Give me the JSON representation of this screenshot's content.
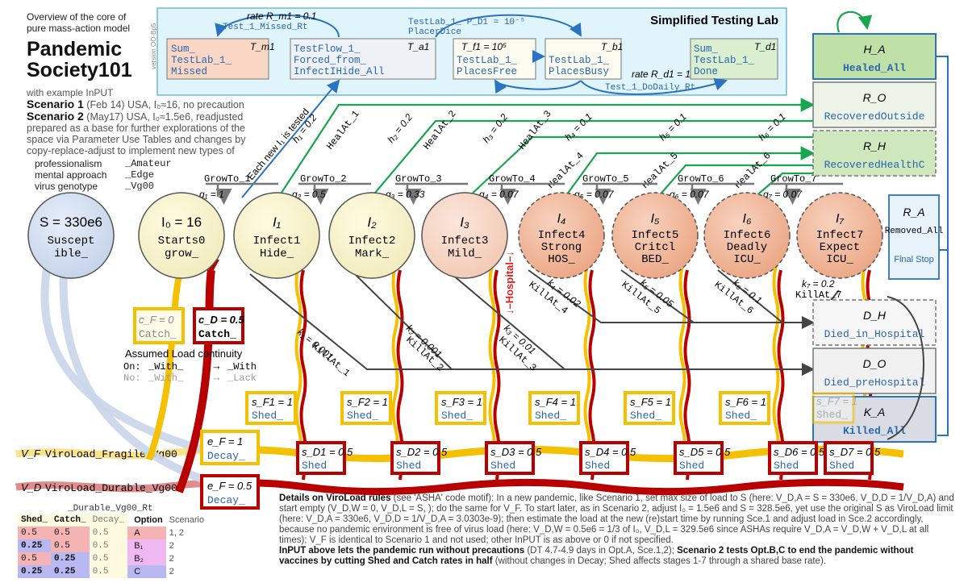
{
  "intro": {
    "overview": "Overview of the core of pure mass-action model",
    "title_line1": "Pandemic",
    "title_line2": "Society101",
    "with_input": "with example InPUT",
    "scenario1_label": "Scenario 1",
    "scenario1_text": " (Feb 14) USA, I₀≈16, no precaution",
    "scenario2_label": "Scenario 2",
    "scenario2_text": " (May17) USA, I₀≈1.5e6, readjusted",
    "prep_text": "prepared as a base for further explorations of the space via Parameter Use Tables and changes by copy-replace-adjust to implement new types of",
    "params": [
      {
        "label": "professionalism",
        "value": "_Amateur"
      },
      {
        "label": "mental approach",
        "value": "_Edge"
      },
      {
        "label": "virus genotype",
        "value": "_Vg00"
      }
    ]
  },
  "lab": {
    "title": "Simplified Testing Lab",
    "version": "version OO-Bp5",
    "boxes": [
      {
        "sym": "T_m1",
        "line1": "Sum_",
        "line2": "TestLab_1_",
        "line3": "Missed"
      },
      {
        "sym": "T_a1",
        "line1": "TestFlow_1_",
        "line2": "Forced_from_",
        "line3": "InfectIHide_All"
      },
      {
        "sym": "T_f1 = 10⁵",
        "line1": "",
        "line2": "TestLab_1_",
        "line3": "PlacesFree"
      },
      {
        "sym": "T_b1",
        "line1": "",
        "line2": "TestLab_1_",
        "line3": "PlacesBusy"
      },
      {
        "sym": "T_d1",
        "line1": "Sum_",
        "line2": "TestLab_1_",
        "line3": "Done"
      }
    ],
    "rate_m1": "rate R_m1 = 0.1",
    "rate_m1_name": "Test_1_Missed_Rt",
    "p_d1": "TestLab_1_ P_D1 = 10⁻⁵",
    "p_d1_name": "PlacerDice",
    "rate_d1": "rate R_d1 = 1",
    "rate_d1_name": "Test_1_DoDaily_Rt",
    "each_new": "Each new I₁ is tested"
  },
  "nodes": [
    {
      "sym": "S = 330e6",
      "line1": "Suscept",
      "line2": "ible_"
    },
    {
      "sym": "I₀ = 16",
      "line1": "Starts0",
      "line2": "grow_"
    },
    {
      "sym": "I₁",
      "line1": "Infect1",
      "line2": "Hide_"
    },
    {
      "sym": "I₂",
      "line1": "Infect2",
      "line2": "Mark_"
    },
    {
      "sym": "I₃",
      "line1": "Infect3",
      "line2": "Mild_"
    },
    {
      "sym": "I₄",
      "line1": "Infect4",
      "line2": "Strong",
      "line3": "HOS_"
    },
    {
      "sym": "I₅",
      "line1": "Infect5",
      "line2": "Critcl",
      "line3": "BED_"
    },
    {
      "sym": "I₆",
      "line1": "Infect6",
      "line2": "Deadly",
      "line3": "ICU_"
    },
    {
      "sym": "I₇",
      "line1": "Infect7",
      "line2": "Expect",
      "line3": "ICU_"
    }
  ],
  "growth": [
    {
      "name": "GrowTo_1",
      "g": "g₁ = 1"
    },
    {
      "name": "GrowTo_2",
      "g": "g₂ = 0.5"
    },
    {
      "name": "GrowTo_3",
      "g": "g₃ = 0.33"
    },
    {
      "name": "GrowTo_4",
      "g": "g₄ = 0.07"
    },
    {
      "name": "GrowTo_5",
      "g": "g₅ = 0.07"
    },
    {
      "name": "GrowTo_6",
      "g": "g₆ = 0.07"
    },
    {
      "name": "GrowTo_7",
      "g": "g₇ = 0.07"
    }
  ],
  "heal": [
    {
      "h": "h₁ = 0.2",
      "name": "HealAt_1"
    },
    {
      "h": "h₂ = 0.2",
      "name": "HealAt_2"
    },
    {
      "h": "h₃ = 0.2",
      "name": "HealAt_3"
    },
    {
      "h": "h₄ = 0.1",
      "name": "HealAt_4"
    },
    {
      "h": "h₅ = 0.1",
      "name": "HealAt_5"
    },
    {
      "h": "h₆ = 0.1",
      "name": "HealAt_6"
    }
  ],
  "kill": [
    {
      "k": "k₁ = 0.001",
      "name": "KillAt_1"
    },
    {
      "k": "k₂ = 0.001",
      "name": "KillAt_2"
    },
    {
      "k": "k₃ = 0.01",
      "name": "KillAt_3"
    },
    {
      "k": "k₄ = 0.02",
      "name": "KillAt_4"
    },
    {
      "k": "k₅ = 0.05",
      "name": "KillAt_5"
    },
    {
      "k": "k₆ = 0.1",
      "name": "KillAt_6"
    },
    {
      "k": "k₇ = 0.2",
      "name": "KillAt_7"
    }
  ],
  "hospital_label": "↓–Hospital–↓",
  "outcomes": [
    {
      "sym": "H_A",
      "name": "Healed_All"
    },
    {
      "sym": "R_O",
      "name": "RecoveredOutside"
    },
    {
      "sym": "R_H",
      "name": "RecoveredHealthC"
    },
    {
      "sym": "R_A",
      "name": "Removed_All",
      "extra": "Final Stop"
    },
    {
      "sym": "D_H",
      "name": "Died_in_Hospital"
    },
    {
      "sym": "D_O",
      "name": "Died_preHospital"
    },
    {
      "sym": "K_A",
      "name": "Killed_All"
    }
  ],
  "catch": {
    "cf_sym": "c_F = 0",
    "cf_name": "Catch_",
    "cd_sym": "c_D = 0.5",
    "cd_name": "Catch_"
  },
  "continuity": {
    "title": "Assumed Load continuity",
    "on_label": "On:",
    "on_from": "_With_",
    "on_to": "_With",
    "no_label": "No:",
    "no_from": "_With_",
    "no_to": "_Lack"
  },
  "shed_f": [
    {
      "sym": "s_F1 = 1",
      "name": "Shed_"
    },
    {
      "sym": "s_F2 = 1",
      "name": "Shed_"
    },
    {
      "sym": "s_F3 = 1",
      "name": "Shed_"
    },
    {
      "sym": "s_F4 = 1",
      "name": "Shed_"
    },
    {
      "sym": "s_F5 = 1",
      "name": "Shed_"
    },
    {
      "sym": "s_F6 = 1",
      "name": "Shed_"
    },
    {
      "sym": "s_F7 = 1",
      "name": "Shed_"
    }
  ],
  "shed_d": [
    {
      "sym": "s_D1 = 0.5",
      "name": "Shed"
    },
    {
      "sym": "s_D2 = 0.5",
      "name": "Shed"
    },
    {
      "sym": "s_D3 = 0.5",
      "name": "Shed"
    },
    {
      "sym": "s_D4 = 0.5",
      "name": "Shed"
    },
    {
      "sym": "s_D5 = 0.5",
      "name": "Shed"
    },
    {
      "sym": "s_D6 = 0.5",
      "name": "Shed"
    },
    {
      "sym": "s_D7 = 0.5",
      "name": "Shed"
    }
  ],
  "decay_f": {
    "sym": "e_F = 1",
    "name": "Decay_"
  },
  "decay_d": {
    "sym": "e_F = 0.5",
    "name": "Decay_"
  },
  "viro_f": {
    "sym": "V_F",
    "name": "ViroLoad_Fragile_Vg00"
  },
  "viro_d": {
    "sym": "V_D",
    "name": "ViroLoad_Durable_Vg00"
  },
  "rate_table": {
    "title": "_Durable_Vg00_Rt",
    "headers": [
      "Shed_",
      "Catch_",
      "Decay_",
      "Option",
      "Scenario"
    ],
    "rows": [
      [
        "0.5",
        "0.5",
        "0.5",
        "A",
        "1, 2"
      ],
      [
        "0.25",
        "0.5",
        "0.5",
        "B₁",
        "2"
      ],
      [
        "0.5",
        "0.25",
        "0.5",
        "B₂",
        "2"
      ],
      [
        "0.25",
        "0.25",
        "0.5",
        "C",
        "2"
      ]
    ]
  },
  "details": {
    "p1_title": "Details on ViroLoad rules",
    "p1_text": " (see 'ASHA' code motif): In a new pandemic, like Scenario 1, set max size of load to S (here: V_D,A = S = 330e6, V_D,D = 1/V_D,A) and start empty (V_D,W = 0, V_D,L = S, ); do the same for V_F. To start later, as in Scenario 2, adjust I₀ = 1.5e6 and S = 328.5e6, yet use the original S as ViroLoad limit (here: V_D,A = 330e6, V_D,D = 1/V_D,A = 3.0303e-9); then estimate the load at the new (re)start time by running Sce.1 and adjust load in Sce.2 accordingly, because no pandemic environment is free of virus load (here: V_D,W = 0.5e6 = 1/3 of I₀, V_D,L = 329.5e6 since ASHAs require V_D,A = V_D,W + V_D,L at all times); V_F is identical to Scenario 1 and not used; other InPUT is as above or 0 if not specified.",
    "p2_title": "InPUT above lets the pandemic run without precautions",
    "p2_text": " (DT 4.7-4.9 days in Opt.A, Sce.1,2); ",
    "p2_title2": "Scenario 2 tests Opt.B,C to end the pandemic without vaccines by cutting Shed and Catch rates in half",
    "p2_text2": " (without changes in Decay; Shed affects stages 1-7 through a shared base rate)."
  }
}
